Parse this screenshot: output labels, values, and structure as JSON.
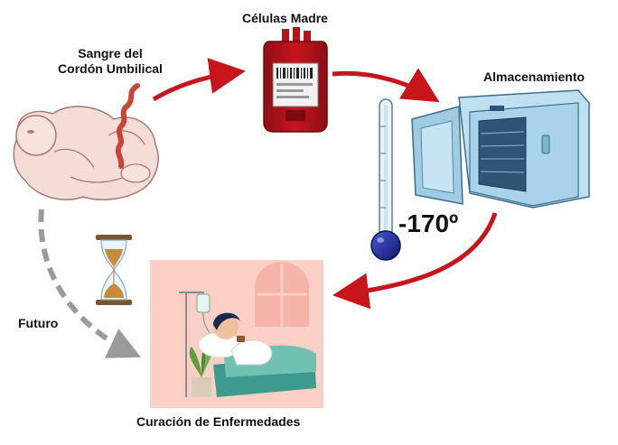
{
  "labels": {
    "cord_blood_line1": "Sangre del",
    "cord_blood_line2": "Cordón Umbilical",
    "stem_cells": "Células Madre",
    "storage": "Almacenamiento",
    "temperature": "-170º",
    "future": "Futuro",
    "cure": "Curación de Enfermedades"
  },
  "colors": {
    "arrow_main": "#c8141b",
    "arrow_future": "#9a9a9a",
    "blood_bag": "#b5121b",
    "freezer": "#a9d3ea",
    "thermometer_bulb": "#1c2a8f",
    "scene_background": "#f9cfc6",
    "baby_skin": "#f6dcd6",
    "cord": "#c8453a",
    "hourglass_sand": "#c88b3a"
  }
}
